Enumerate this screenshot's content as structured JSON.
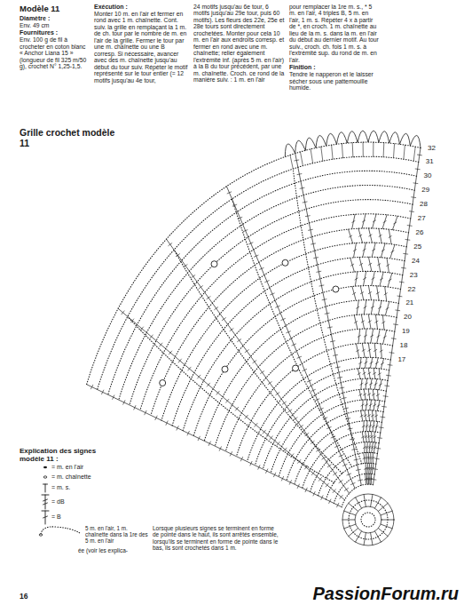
{
  "diagram": {
    "title": "Modèle 11",
    "labels": [
      "Diamètre :",
      "Env. 49 cm",
      "Fournitures :",
      "Env. 100 g de fil à crocheter en coton blanc « Anchor Liana 15 » (longueur de fil 325 m/50 g), crochet N° 1,25-1,5.",
      "Exécution :",
      "Monter 10 m. en l'air et fermer en rond avec 1 m. chaînette. Cont. suiv. la grille en remplaçant la 1 m. de ch. tour par le nombre de m. en l'air de la grille. Fermer le tour par une m. chaînette ou une B corresp. Si nécessaire, avancer avec des m. chaînette jusqu'au début du tour suiv. Répéter le motif représenté sur le tour entier (= 12 motifs jusqu'au 4e tour,",
      "24 motifs jusqu'au 6e tour, 6 motifs jusqu'au 29e tour, puis 60 motifs). Les fleurs des 22e, 25e et 28e tours sont directement crochetées. Monter pour cela 10 m. en l'air aux endroits corresp. et fermer en rond avec une m. chaînette; relier également l'extrémité inf. (après 5 m. en l'air) à la B du tour précédent, par une m. chaînette. Croch. ce rond de la manière suiv. : 1 m. en l'air",
      "pour remplacer la 1re m. s., * 5 m. en l'air, 4 triples B, 5 m. en l'air, 1 m. s. Répéter 4 x à partir de *, en croch. 1 m. chaînette au lieu de la m. s. dans la m. en l'air du début au dernier motif. Au tour suiv., croch. ch. fois 1 m. s. à l'extrémité sup. du rond de m. en l'air.",
      "Finition :",
      "Tendre le napperon et le laisser sécher sous une pattemouille humide.",
      "Grille crochet modèle 11",
      "Explication des signes modèle 11 :",
      "ée (voir les explica-",
      "Lorsque plusieurs signes se terminent en forme de pointe dans le haut, ils sont arrêtés ensemble, lorsqu'ils se terminent en forme de pointe dans le bas, ils sont crochetés dans 1 m.",
      "16",
      "PassionForum.ru",
      "32",
      "31",
      "30",
      "29",
      "28",
      "27",
      "26",
      "25",
      "24",
      "23",
      "22",
      "21",
      "20",
      "19",
      "18",
      "17"
    ],
    "legend": [
      {
        "text": "= m. en l'air"
      },
      {
        "text": "= m. chaînette"
      },
      {
        "text": "= m. s."
      },
      {
        "text": "= dB"
      },
      {
        "text": "= B"
      },
      {
        "text": "5 m. en l'air, 1 m. chaînette dans la 1re des 5 m. en l'air"
      }
    ]
  }
}
